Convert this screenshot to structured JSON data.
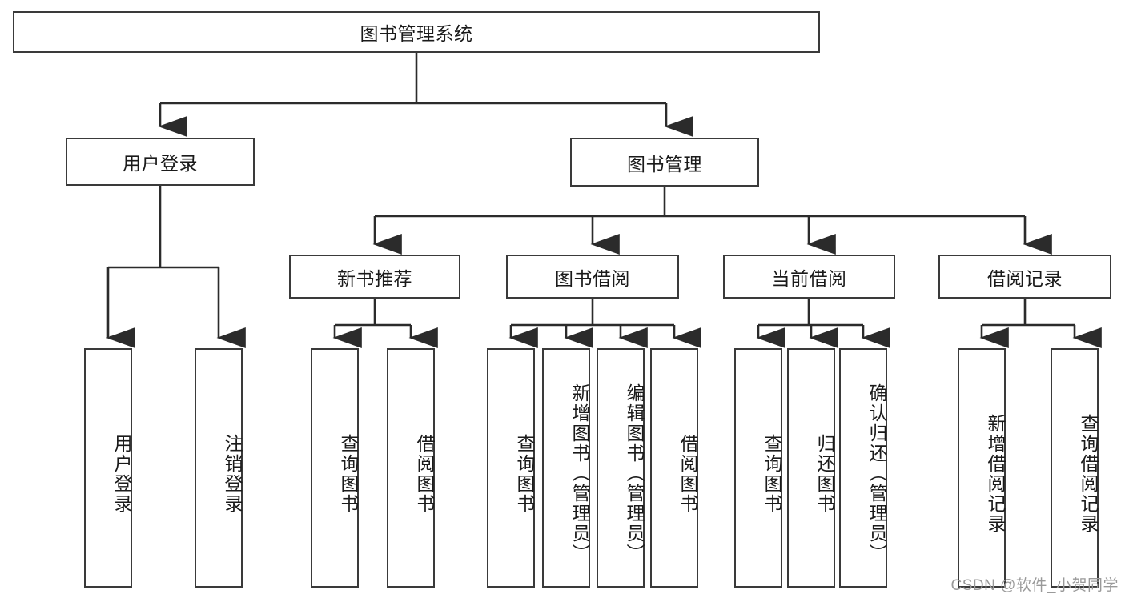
{
  "diagram": {
    "type": "hierarchy-tree",
    "title_node": {
      "label": "图书管理系统"
    },
    "level1": [
      {
        "id": "user-login",
        "label": "用户登录"
      },
      {
        "id": "book-management",
        "label": "图书管理"
      }
    ],
    "level2": [
      {
        "id": "new-book-recommend",
        "label": "新书推荐",
        "parent": "book-management"
      },
      {
        "id": "book-borrow",
        "label": "图书借阅",
        "parent": "book-management"
      },
      {
        "id": "current-borrow",
        "label": "当前借阅",
        "parent": "book-management"
      },
      {
        "id": "borrow-record",
        "label": "借阅记录",
        "parent": "book-management"
      }
    ],
    "leaves": {
      "user-login": [
        {
          "id": "leaf-user-login",
          "label": "用户登录"
        },
        {
          "id": "leaf-logout-login",
          "label": "注销登录"
        }
      ],
      "new-book-recommend": [
        {
          "id": "leaf-query-book-1",
          "label": "查询图书"
        },
        {
          "id": "leaf-borrow-book-1",
          "label": "借阅图书"
        }
      ],
      "book-borrow": [
        {
          "id": "leaf-query-book-2",
          "label": "查询图书"
        },
        {
          "id": "leaf-add-book-admin",
          "label": "新增图书（管理员）"
        },
        {
          "id": "leaf-edit-book-admin",
          "label": "编辑图书（管理员）"
        },
        {
          "id": "leaf-borrow-book-2",
          "label": "借阅图书"
        }
      ],
      "current-borrow": [
        {
          "id": "leaf-query-book-3",
          "label": "查询图书"
        },
        {
          "id": "leaf-return-book",
          "label": "归还图书"
        },
        {
          "id": "leaf-confirm-return-admin",
          "label": "确认归还（管理员）"
        }
      ],
      "borrow-record": [
        {
          "id": "leaf-add-borrow-record",
          "label": "新增借阅记录"
        },
        {
          "id": "leaf-query-borrow-record",
          "label": "查询借阅记录"
        }
      ]
    }
  },
  "watermark": {
    "text": "CSDN @软件_小贺同学"
  },
  "colors": {
    "box_border": "#3a3a3a",
    "edge_line": "#2b2b2b",
    "text": "#1a1a1a",
    "background": "#ffffff",
    "watermark": "#9a9a9a"
  }
}
